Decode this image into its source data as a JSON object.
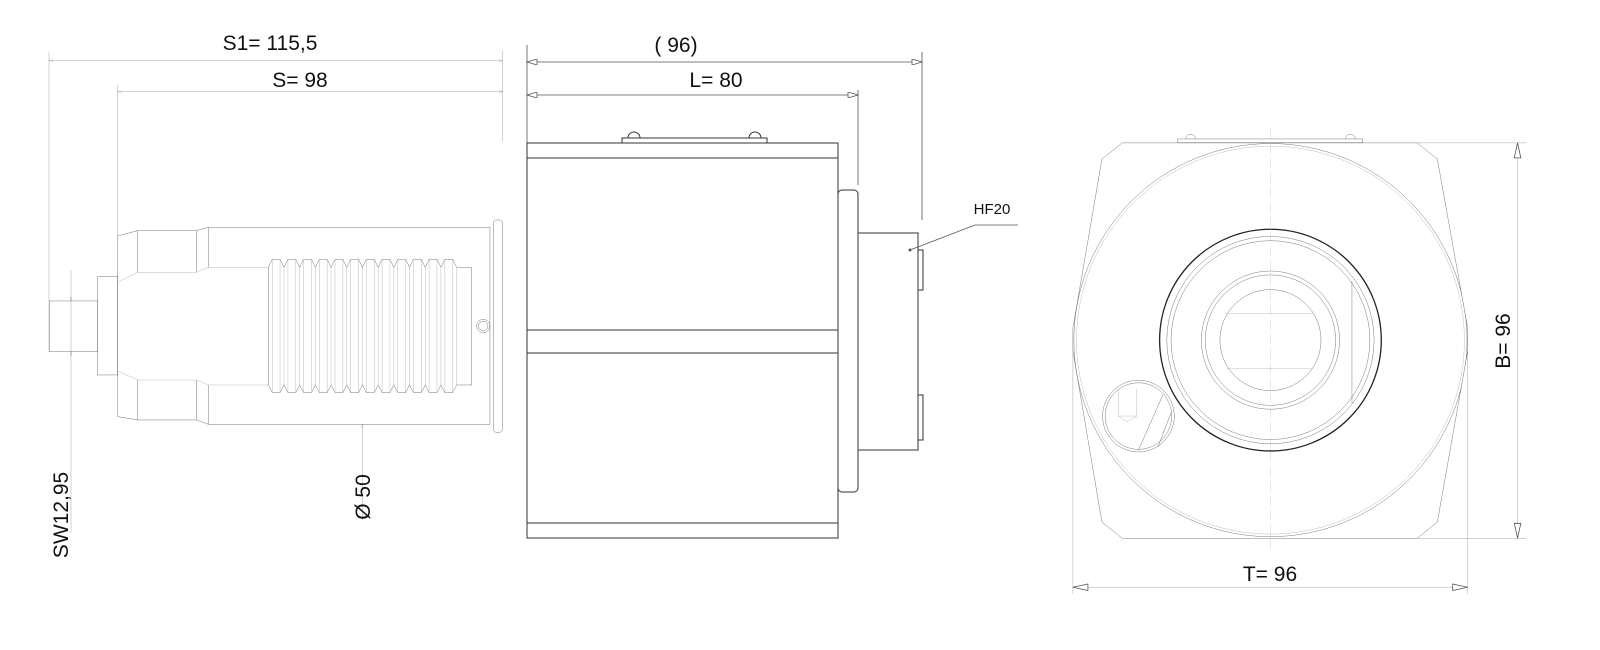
{
  "dimensions": {
    "s1": "S1= 115,5",
    "s": "S= 98",
    "total": "( 96)",
    "l": "L= 80",
    "hf": "HF20",
    "sw": "SW12,95",
    "dia": "Ø 50",
    "b": "B= 96",
    "t": "T= 96"
  }
}
